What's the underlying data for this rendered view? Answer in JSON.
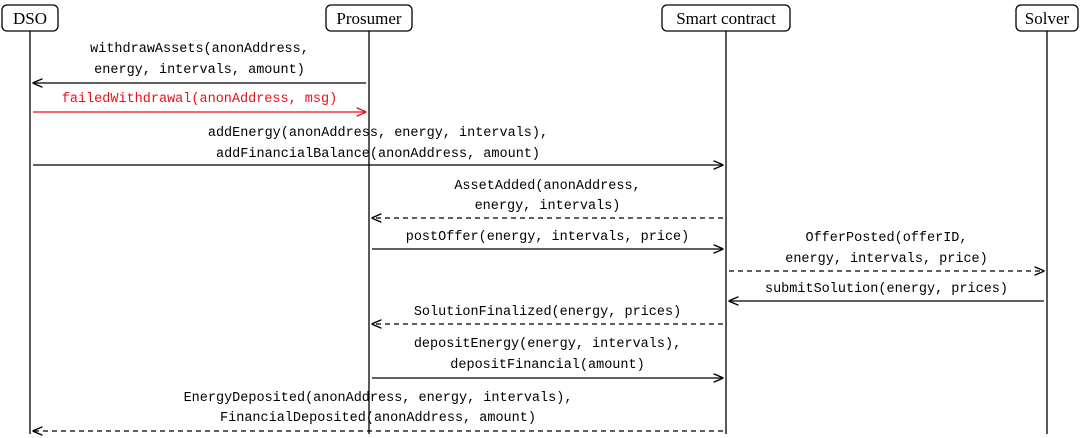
{
  "actors": {
    "dso": "DSO",
    "prosumer": "Prosumer",
    "contract": "Smart contract",
    "solver": "Solver"
  },
  "colors": {
    "default": "#000000",
    "error": "#e8121a"
  },
  "messages": [
    {
      "id": "withdraw-assets",
      "from": "prosumer",
      "to": "dso",
      "style": "solid",
      "color": "default",
      "lines": [
        "withdrawAssets(anonAddress,",
        "energy, intervals, amount)"
      ]
    },
    {
      "id": "failed-withdrawal",
      "from": "dso",
      "to": "prosumer",
      "style": "solid",
      "color": "error",
      "lines": [
        "failedWithdrawal(anonAddress, msg)"
      ]
    },
    {
      "id": "add-energy",
      "from": "dso",
      "to": "contract",
      "style": "solid",
      "color": "default",
      "lines": [
        "addEnergy(anonAddress, energy, intervals),",
        "addFinancialBalance(anonAddress, amount)"
      ]
    },
    {
      "id": "asset-added",
      "from": "contract",
      "to": "prosumer",
      "style": "dashed",
      "color": "default",
      "lines": [
        "AssetAdded(anonAddress,",
        "energy, intervals)"
      ]
    },
    {
      "id": "post-offer",
      "from": "prosumer",
      "to": "contract",
      "style": "solid",
      "color": "default",
      "lines": [
        "postOffer(energy, intervals, price)"
      ]
    },
    {
      "id": "offer-posted",
      "from": "contract",
      "to": "solver",
      "style": "dashed",
      "color": "default",
      "lines": [
        "OfferPosted(offerID,",
        "energy, intervals, price)"
      ]
    },
    {
      "id": "submit-solution",
      "from": "solver",
      "to": "contract",
      "style": "solid",
      "color": "default",
      "lines": [
        "submitSolution(energy, prices)"
      ]
    },
    {
      "id": "solution-finalized",
      "from": "contract",
      "to": "prosumer",
      "style": "dashed",
      "color": "default",
      "lines": [
        "SolutionFinalized(energy, prices)"
      ]
    },
    {
      "id": "deposit-energy",
      "from": "prosumer",
      "to": "contract",
      "style": "solid",
      "color": "default",
      "lines": [
        "depositEnergy(energy, intervals),",
        "depositFinancial(amount)"
      ]
    },
    {
      "id": "energy-deposited",
      "from": "contract",
      "to": "dso",
      "style": "dashed",
      "color": "default",
      "lines": [
        "EnergyDeposited(anonAddress, energy, intervals),",
        "FinancialDeposited(anonAddress, amount)"
      ]
    }
  ]
}
